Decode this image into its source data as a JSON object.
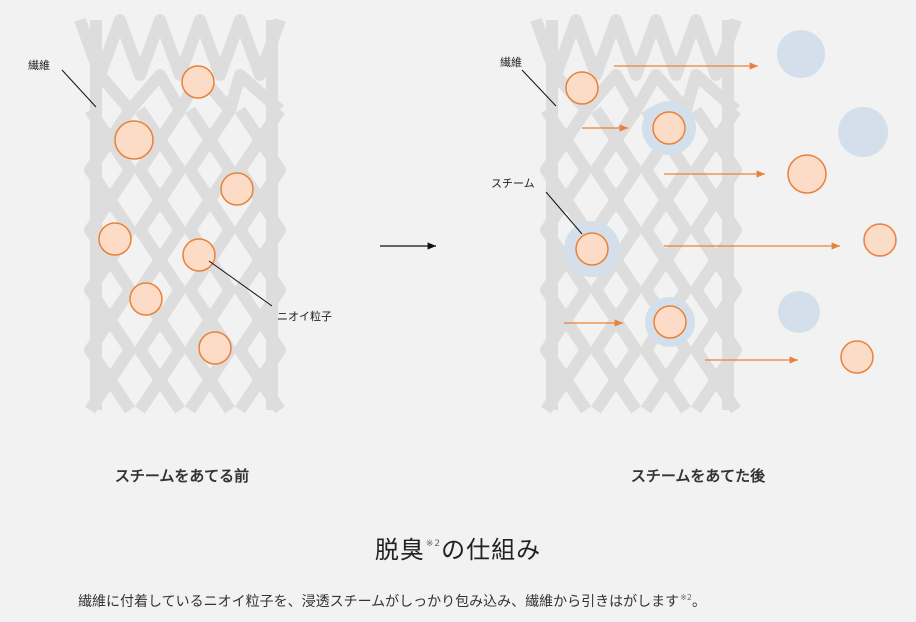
{
  "diagram": {
    "before": {
      "caption": "スチームをあてる前",
      "fiber_label": "繊維",
      "particle_label": "ニオイ粒子"
    },
    "after": {
      "caption": "スチームをあてた後",
      "fiber_label": "繊維",
      "steam_label": "スチーム"
    }
  },
  "title": {
    "text_main": "脱臭",
    "note_mark": "※2",
    "text_rest": "の仕組み"
  },
  "description": {
    "text": "繊維に付着しているニオイ粒子を、浸透スチームがしっかり包み込み、繊維から引きはがします",
    "note_mark": "※2",
    "end": "。"
  },
  "colors": {
    "background": "#f2f2f2",
    "fiber": "#dddddd",
    "particle_fill": "#fcdcc6",
    "particle_stroke": "#e8823a",
    "steam": "#d3e0ec",
    "arrow": "#e8823a"
  }
}
